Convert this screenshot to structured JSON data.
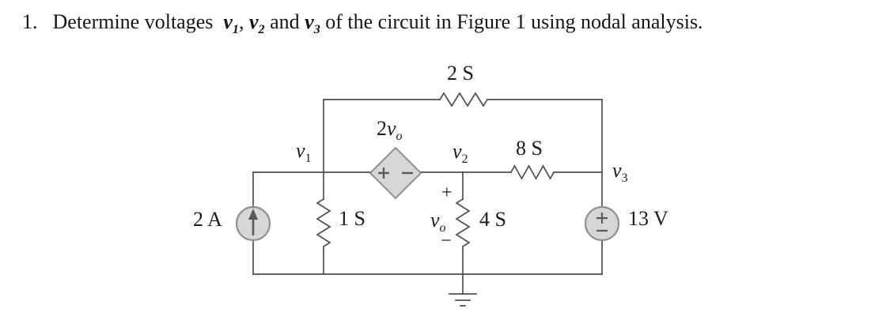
{
  "problem": {
    "number": "1.",
    "text_part1": "Determine voltages  ",
    "v": "v",
    "sub_1": "1",
    "sep1": ", ",
    "sub_2": "2",
    "sep2": " and ",
    "sub_3": "3",
    "text_part2": " of the circuit in Figure 1 using nodal analysis."
  },
  "circuit": {
    "labels": {
      "conductance_top": "2 S",
      "conductance_left": "1 S",
      "conductance_mid": "4 S",
      "conductance_right": "8 S",
      "current_source": "2 A",
      "voltage_source": "13 V",
      "dep_coeff": "2",
      "v": "v",
      "sub_1": "1",
      "sub_2": "2",
      "sub_3": "3",
      "sub_o": "o",
      "plus": "+",
      "minus": "−"
    },
    "colors": {
      "wire": "#4f4f4f",
      "source_fill": "#d7d7d7",
      "source_stroke": "#8f8f8f",
      "symbol": "#5a5a5a"
    }
  }
}
